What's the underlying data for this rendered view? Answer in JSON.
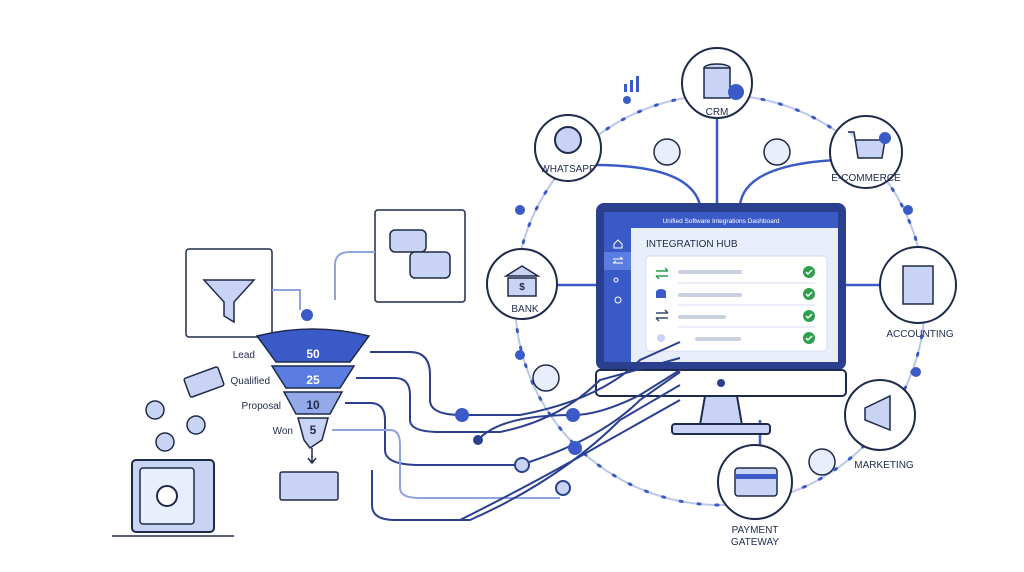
{
  "dashboard": {
    "title": "Unified Software Integrations Dashboard",
    "heading": "INTEGRATION HUB",
    "sidebar_icons": [
      "home-icon",
      "transfer-icon",
      "users-icon",
      "gear-icon"
    ],
    "rows": [
      {
        "icon": "sync-arrows-icon",
        "status": "check-icon"
      },
      {
        "icon": "database-icon",
        "status": "check-icon"
      },
      {
        "icon": "transfer-icon",
        "status": "check-icon"
      },
      {
        "icon": "gear-icon",
        "status": "check-icon"
      }
    ]
  },
  "integrations": {
    "crm": "CRM",
    "whatsapp": "WHATSAPP",
    "ecommerce": "E-COMMERCE",
    "bank": "BANK",
    "accounting": "ACCOUNTING",
    "marketing": "MARKETING",
    "payment_line1": "PAYMENT",
    "payment_line2": "GATEWAY"
  },
  "funnel": {
    "stages": [
      {
        "label": "Lead",
        "value": "50"
      },
      {
        "label": "Qualified",
        "value": "25"
      },
      {
        "label": "Proposal",
        "value": "10"
      },
      {
        "label": "Won",
        "value": "5"
      }
    ]
  },
  "colors": {
    "primary": "#3a5bc7",
    "dark": "#1e2a4a",
    "light": "#c9d4f5",
    "check": "#2e9e4f"
  }
}
